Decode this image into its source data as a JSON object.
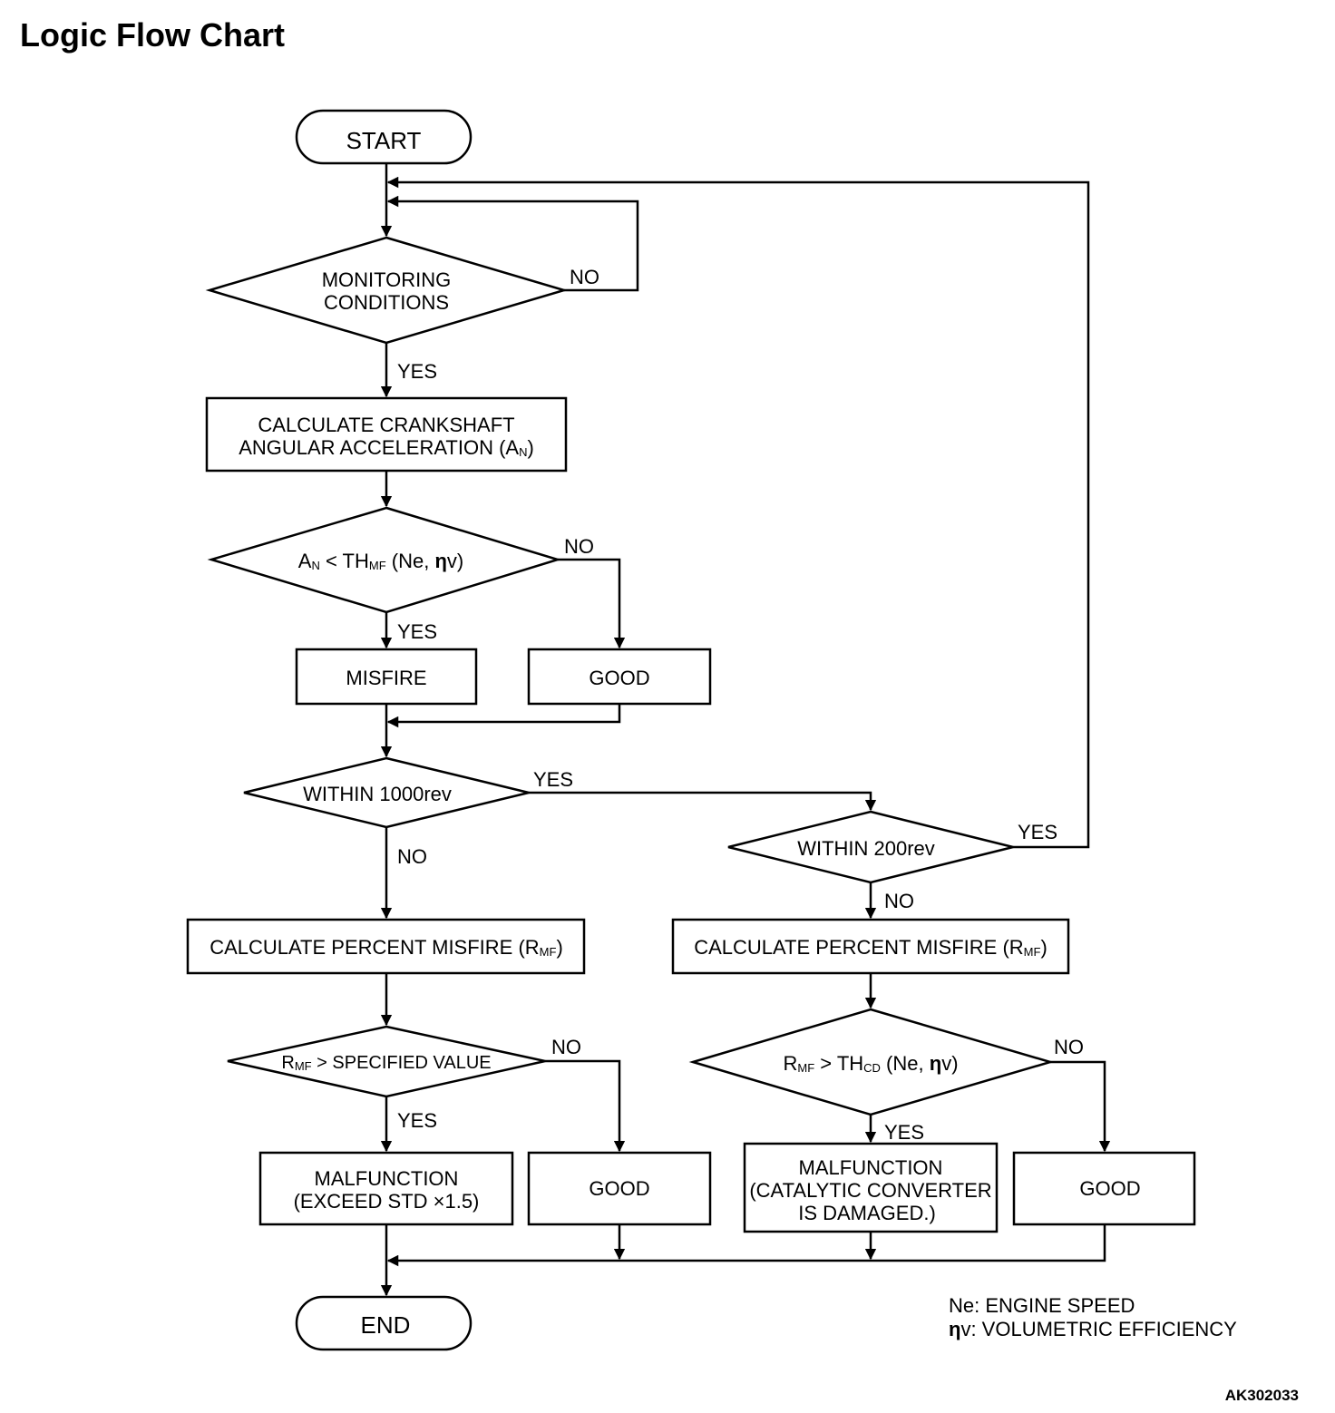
{
  "title": "Logic Flow Chart",
  "nodes": {
    "start": "START",
    "monitoring_1": "MONITORING",
    "monitoring_2": "CONDITIONS",
    "calc_accel_1": "CALCULATE CRANKSHAFT",
    "calc_accel_2": "ANGULAR ACCELERATION (A",
    "calc_accel_sub": "N",
    "calc_accel_3": ")",
    "decision_a_main": "A",
    "decision_a_sub1": "N",
    "decision_a_mid": " < TH",
    "decision_a_sub2": "MF",
    "decision_a_tail": " (Ne, ",
    "eta": "η",
    "decision_a_end": "v)",
    "misfire": "MISFIRE",
    "good": "GOOD",
    "within_1000": "WITHIN 1000rev",
    "within_200": "WITHIN 200rev",
    "calc_percent": "CALCULATE PERCENT MISFIRE (R",
    "calc_percent_sub": "MF",
    "calc_percent_end": ")",
    "r_main": "R",
    "r_sub": "MF",
    "r_spec": " > SPECIFIED VALUE",
    "r_th": " > TH",
    "r_th_sub": "CD",
    "r_th_tail": " (Ne, ",
    "r_th_end": "v)",
    "malfunction": "MALFUNCTION",
    "exceed_std": "(EXCEED STD  ×1.5)",
    "catalytic_1": "(CATALYTIC CONVERTER",
    "catalytic_2": "IS DAMAGED.)",
    "end": "END"
  },
  "branch_labels": {
    "yes": "YES",
    "no": "NO"
  },
  "legend": {
    "ne": "Ne: ENGINE SPEED",
    "eta_symbol": "η",
    "eta_desc": "v: VOLUMETRIC EFFICIENCY"
  },
  "reference_code": "AK302033"
}
